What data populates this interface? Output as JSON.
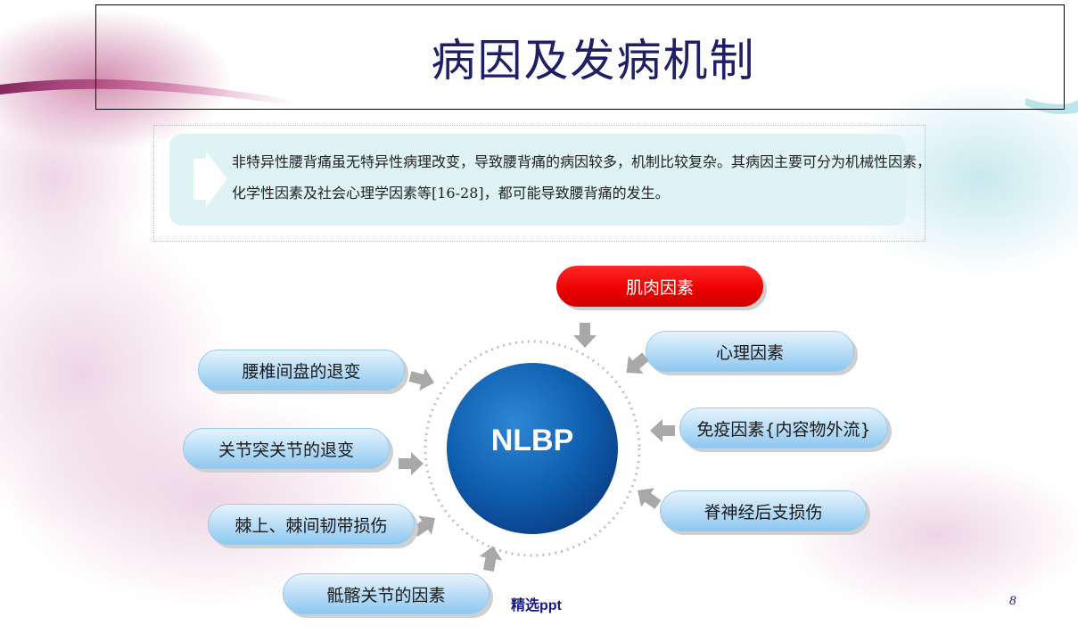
{
  "slide": {
    "title": "病因及发病机制",
    "intro": "非特异性腰背痛虽无特异性病理改变，导致腰背痛的病因较多，机制比较复杂。其病因主要可分为机械性因素，化学性因素及社会心理学因素等[16-28]，都可能导致腰背痛的发生。",
    "footer_label": "精选ppt",
    "page_number": "8"
  },
  "diagram": {
    "center": "NLBP",
    "factors": [
      {
        "label": "肌肉因素",
        "highlight": true
      },
      {
        "label": "心理因素",
        "highlight": false
      },
      {
        "label": "免疫因素{内容物外流}",
        "highlight": false
      },
      {
        "label": "脊神经后支损伤",
        "highlight": false
      },
      {
        "label": "骶髂关节的因素",
        "highlight": false
      },
      {
        "label": "棘上、棘间韧带损伤",
        "highlight": false
      },
      {
        "label": "关节突关节的退变",
        "highlight": false
      },
      {
        "label": "腰椎间盘的退变",
        "highlight": false
      }
    ]
  },
  "colors": {
    "title": "#1f1f66",
    "highlight": "#ee0000",
    "pill": "#bfe0f8",
    "hub": "#0f5faf"
  }
}
